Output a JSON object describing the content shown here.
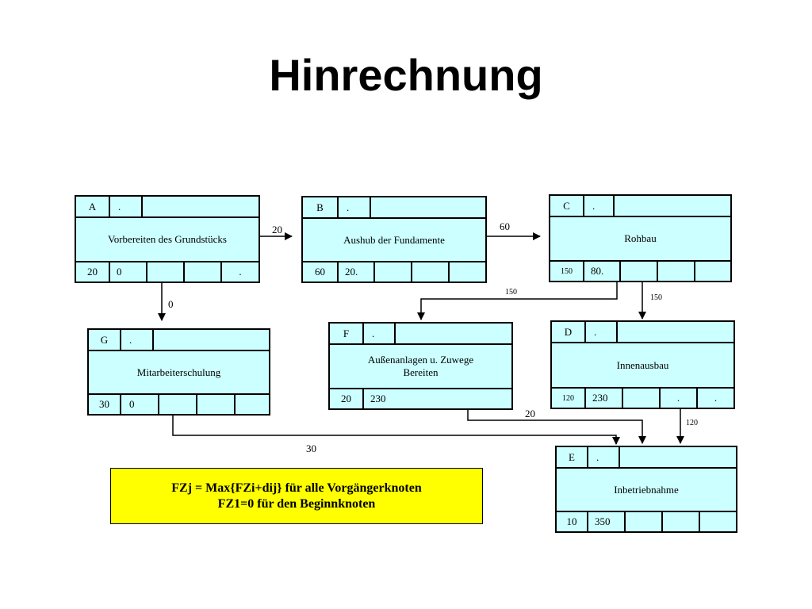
{
  "title": "Hinrechnung",
  "nodes": {
    "A": {
      "id": "A",
      "dot": ".",
      "name": "Vorbereiten des Grundstücks",
      "duration": "20",
      "fz": "0",
      "extra": "."
    },
    "B": {
      "id": "B",
      "dot": ".",
      "name": "Aushub der Fundamente",
      "duration": "60",
      "fz": "20."
    },
    "C": {
      "id": "C",
      "dot": ".",
      "name": "Rohbau",
      "duration": "150",
      "fz": "80."
    },
    "G": {
      "id": "G",
      "dot": ".",
      "name": "Mitarbeiterschulung",
      "duration": "30",
      "fz": "0"
    },
    "F": {
      "id": "F",
      "dot": ".",
      "name": "Außenanlagen u. Zuwege Bereiten",
      "duration": "20",
      "fz": "230"
    },
    "D": {
      "id": "D",
      "dot": ".",
      "name": "Innenausbau",
      "duration": "120",
      "fz": "230",
      "extra1": ".",
      "extra2": "."
    },
    "E": {
      "id": "E",
      "dot": ".",
      "name": "Inbetriebnahme",
      "duration": "10",
      "fz": "350"
    }
  },
  "edge_labels": {
    "a_b": "20",
    "b_c": "60",
    "a_g": "0",
    "c_f": "150",
    "c_d": "150",
    "f_e": "20",
    "d_e": "120",
    "g_e": "30"
  },
  "formula": {
    "line1": "FZj = Max{FZi+dij} für alle Vorgängerknoten",
    "line2": "FZ1=0 für den Beginnknoten"
  }
}
